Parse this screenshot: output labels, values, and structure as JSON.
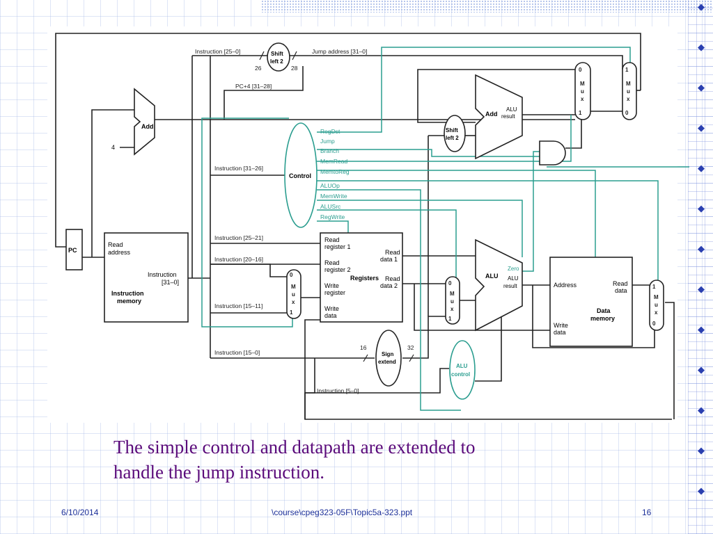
{
  "diagram": {
    "pc": "PC",
    "add_top": "Add",
    "four": "4",
    "instr_mem": {
      "read": "Read",
      "address": "address",
      "instruction": "Instruction",
      "bits": "[31–0]",
      "title1": "Instruction",
      "title2": "memory"
    },
    "shift_left_2_top": {
      "l1": "Shift",
      "l2": "left 2"
    },
    "labels": {
      "instr_25_0": "Instruction [25–0]",
      "n26": "26",
      "n28": "28",
      "jump_address": "Jump address [31–0]",
      "pc4": "PC+4 [31–28]",
      "instr_31_26": "Instruction [31–26]",
      "instr_25_21": "Instruction [25–21]",
      "instr_20_16": "Instruction [20–16]",
      "instr_15_11": "Instruction [15–11]",
      "instr_15_0": "Instruction [15–0]",
      "instr_5_0": "Instruction [5–0]",
      "n16": "16",
      "n32": "32"
    },
    "control": {
      "title": "Control",
      "signals": [
        "RegDst",
        "Jump",
        "Branch",
        "MemRead",
        "MemtoReg",
        "ALUOp",
        "MemWrite",
        "ALUSrc",
        "RegWrite"
      ]
    },
    "registers": {
      "read_reg1_a": "Read",
      "read_reg1_b": "register 1",
      "read_reg2_a": "Read",
      "read_reg2_b": "register 2",
      "write_reg_a": "Write",
      "write_reg_b": "register",
      "write_data_a": "Write",
      "write_data_b": "data",
      "read_data1_a": "Read",
      "read_data1_b": "data 1",
      "read_data2_a": "Read",
      "read_data2_b": "data 2",
      "title": "Registers"
    },
    "mux": {
      "m": "M",
      "u": "u",
      "x": "x",
      "zero": "0",
      "one": "1"
    },
    "shift_left_2_mid": {
      "l1": "Shift",
      "l2": "left 2"
    },
    "add_branch": {
      "title": "Add",
      "alu": "ALU",
      "result": "result"
    },
    "alu": {
      "title": "ALU",
      "zero": "Zero",
      "alu": "ALU",
      "result": "result"
    },
    "sign_extend": {
      "l1": "Sign",
      "l2": "extend"
    },
    "alu_control": {
      "l1": "ALU",
      "l2": "control"
    },
    "data_memory": {
      "address": "Address",
      "read_a": "Read",
      "read_b": "data",
      "write_a": "Write",
      "write_b": "data",
      "title1": "Data",
      "title2": "memory"
    },
    "colors": {
      "control_line": "#2a9d8f",
      "wire": "#222222",
      "caption": "#5a0a7a",
      "footer": "#1b2f99"
    }
  },
  "caption": {
    "line1": "The simple control and datapath are extended to",
    "line2": "handle the jump instruction."
  },
  "footer": {
    "date": "6/10/2014",
    "path": "\\course\\cpeg323-05F\\Topic5a-323.ppt",
    "page": "16"
  }
}
